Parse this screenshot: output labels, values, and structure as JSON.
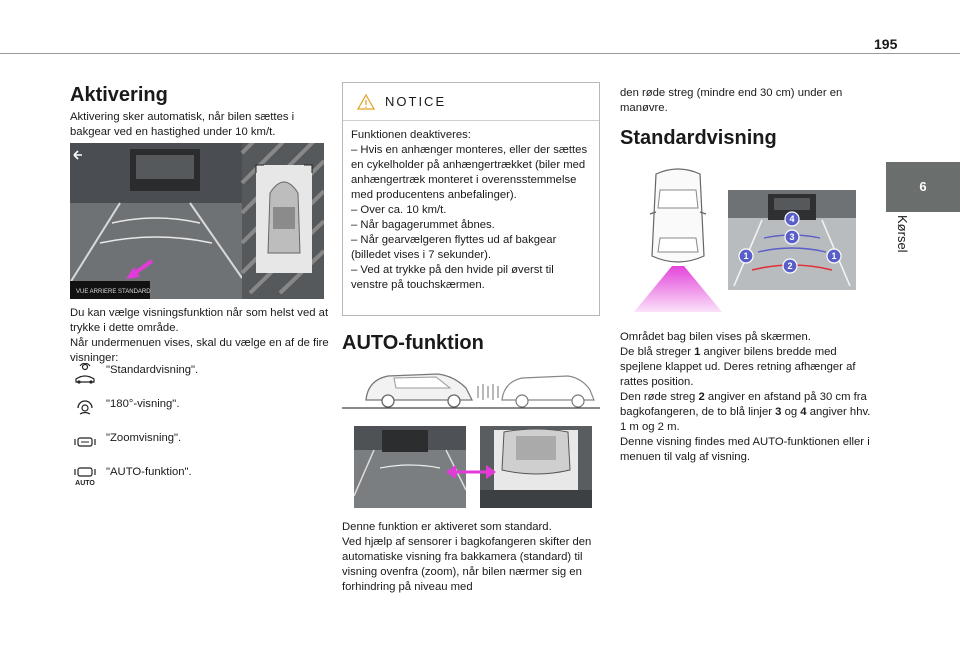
{
  "page": {
    "number": "195",
    "chapter_number": "6",
    "chapter_title": "Kørsel"
  },
  "col1": {
    "heading": "Aktivering",
    "intro": "Aktivering sker automatisk, når bilen sættes i bakgear ved en hastighed under 10 km/t.",
    "screen_label": "VUE ARRIERE STANDARD",
    "after_image": [
      "Du kan vælge visningsfunktion når som helst ved at trykke i dette område.",
      "Når undermenuen vises, skal du vælge en af de fire visninger:"
    ],
    "options": [
      {
        "icon": "standard-view-icon",
        "label": "\"Standardvisning\"."
      },
      {
        "icon": "180-view-icon",
        "label": "\"180°-visning\"."
      },
      {
        "icon": "zoom-view-icon",
        "label": "\"Zoomvisning\"."
      },
      {
        "icon": "auto-view-icon",
        "label": "\"AUTO-funktion\".",
        "icon_text": "AUTO"
      }
    ]
  },
  "notice": {
    "title": "NOTICE",
    "lines": [
      "Funktionen deaktiveres:",
      "–  Hvis en anhænger monteres, eller der sættes en cykelholder på anhængertrækket (biler med anhængertræk monteret i overensstemmelse med producentens anbefalinger).",
      "–  Over ca. 10 km/t.",
      "–  Når bagagerummet åbnes.",
      "–  Når gearvælgeren flyttes ud af bakgear (billedet vises i 7 sekunder).",
      "–  Ved at trykke på den hvide pil øverst til venstre på touchskærmen."
    ]
  },
  "col2": {
    "heading": "AUTO-funktion",
    "text": [
      "Denne funktion er aktiveret som standard.",
      "Ved hjælp af sensorer i bagkofangeren skifter den automatiske visning fra bakkamera (standard) til visning ovenfra (zoom), når bilen nærmer sig en forhindring på niveau med"
    ]
  },
  "col3": {
    "continuation": "den røde streg (mindre end 30 cm) under en manøvre.",
    "heading": "Standardvisning",
    "callouts": [
      "4",
      "3",
      "1",
      "2",
      "1"
    ],
    "paragraphs": [
      {
        "pre": "Området bag bilen vises på skærmen.",
        "b1": "",
        "mid": "",
        "b2": "",
        "post": ""
      },
      {
        "pre": "De blå streger ",
        "b1": "1",
        "mid": " angiver bilens bredde med spejlene klappet ud. Deres retning afhænger af rattes position.",
        "b2": "",
        "post": ""
      },
      {
        "pre": "Den røde streg ",
        "b1": "2",
        "mid": " angiver en afstand på 30 cm fra bagkofangeren, de to blå linjer ",
        "b2": "3",
        "post": " og "
      },
      {
        "pre": "",
        "b1": "4",
        "mid": " angiver hhv. 1 m og 2 m.",
        "b2": "",
        "post": ""
      },
      {
        "pre": "Denne visning findes med AUTO-funktionen eller i menuen til valg af visning.",
        "b1": "",
        "mid": "",
        "b2": "",
        "post": ""
      }
    ]
  },
  "colors": {
    "accent_pink": "#e23bd8",
    "callout_blue": "#5a5ec8",
    "tab_gray": "#6a6f6d"
  }
}
